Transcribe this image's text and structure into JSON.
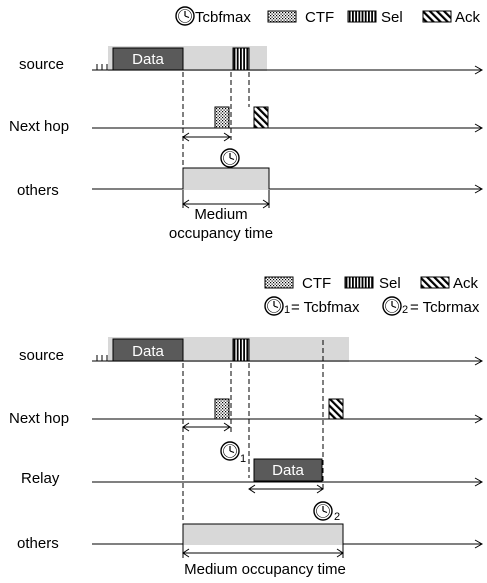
{
  "legend_top": {
    "tcbf": "Tcbfmax",
    "ctf": "CTF",
    "sel": "Sel",
    "ack": "Ack"
  },
  "diagram1": {
    "rows": {
      "source": "source",
      "nexthop": "Next hop",
      "others": "others"
    },
    "data_label": "Data",
    "occupancy_line1": "Medium",
    "occupancy_line2": "occupancy time"
  },
  "legend_bottom": {
    "ctf": "CTF",
    "sel": "Sel",
    "ack": "Ack",
    "eq1": "= Tcbfmax",
    "eq2": "= Tcbrmax",
    "sub1": "1",
    "sub2": "2"
  },
  "diagram2": {
    "rows": {
      "source": "source",
      "nexthop": "Next hop",
      "relay": "Relay",
      "others": "others"
    },
    "data_label": "Data",
    "relay_data_label": "Data",
    "clock_sub1": "1",
    "clock_sub2": "2",
    "occupancy": "Medium occupancy time"
  },
  "colors": {
    "occupancy_gray": "#d8d8d8",
    "data_box": "#5a5a5a",
    "line": "#000000"
  },
  "icons": [
    "clock-icon",
    "dotted-pattern-swatch",
    "vertical-stripes-swatch",
    "diagonal-hatch-swatch",
    "arrowhead-icon"
  ]
}
